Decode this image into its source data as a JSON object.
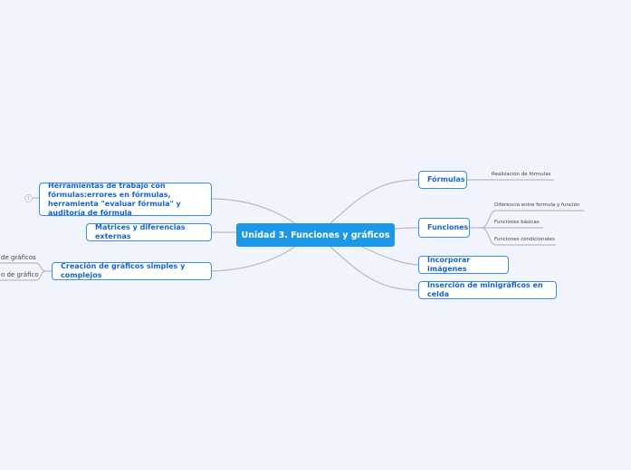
{
  "center": "Unidad 3. Funciones y gráficos",
  "right": [
    {
      "label": "Fórmulas",
      "children": [
        "Realización de fórmulas"
      ]
    },
    {
      "label": "Funciones",
      "children": [
        "Diferencia entre formula y función",
        "Funciones básicas",
        "Funciones condicionales"
      ]
    },
    {
      "label": "Incorporar imágenes",
      "children": []
    },
    {
      "label": "Inserción de minigráficos en celda",
      "children": []
    }
  ],
  "left": [
    {
      "label": "Herramientas de trabajo con fórmulas:errores en fórmulas, herramienta \"evaluar fórmula\" y auditoría de fórmula",
      "collapsed_count": "1"
    },
    {
      "label": "Matrices y diferencias externas"
    },
    {
      "label": "Creación de gráficos simples y complejos",
      "children": [
        "de gráficos",
        "o de gráfico"
      ]
    }
  ],
  "colors": {
    "background": "#f1f4fd",
    "center": "#1b98e8",
    "node_border": "#3b8ce6",
    "node_text": "#1565c8",
    "line": "#b5bac6"
  }
}
